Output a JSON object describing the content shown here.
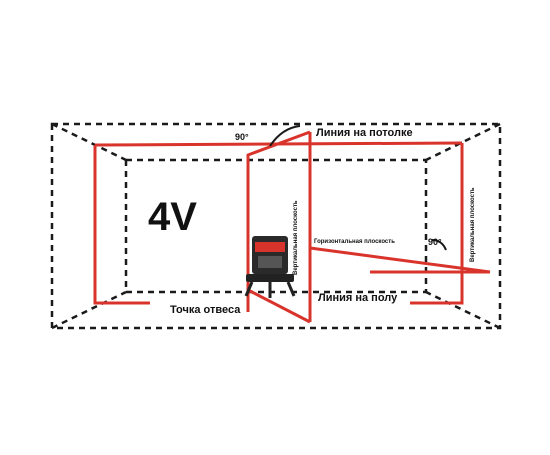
{
  "title": "4V",
  "labels": {
    "ceiling_line": "Линия на потолке",
    "vertical_plane_center": "Вертикальная плоскость",
    "vertical_plane_right": "Вертикальная плоскость",
    "horizontal_plane": "Горизонтальная плоскость",
    "floor_line": "Линия на полу",
    "plumb_point": "Точка отвеса",
    "angle_top": "90°",
    "angle_right": "90°"
  },
  "colors": {
    "laser": "#d9342b",
    "outline": "#1a1a1a",
    "device_body": "#2a2a2a"
  }
}
